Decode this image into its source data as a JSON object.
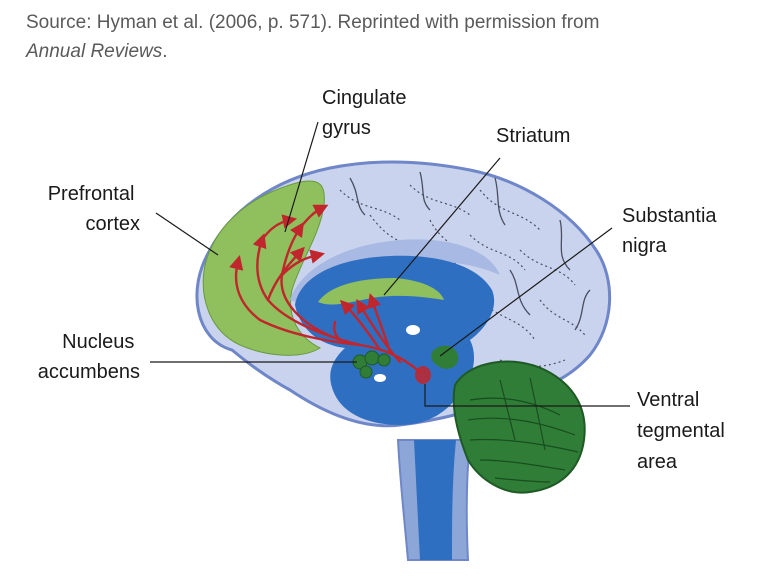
{
  "source": {
    "prefix": "Source: Hyman et al. (2006, p. 571). Reprinted with permission from",
    "journal": "Annual Reviews",
    "suffix": "."
  },
  "labels": {
    "cingulate_gyrus": [
      "Cingulate",
      "gyrus"
    ],
    "striatum": [
      "Striatum"
    ],
    "prefrontal_cortex": [
      "Prefrontal",
      "cortex"
    ],
    "substantia_nigra": [
      "Substantia",
      "nigra"
    ],
    "nucleus_accumbens": [
      "Nucleus",
      "accumbens"
    ],
    "ventral_tegmental_area": [
      "Ventral",
      "tegmental",
      "area"
    ]
  },
  "colors": {
    "cortex_fill": "#c9d3ee",
    "cortex_outline": "#6f86c8",
    "deep_blue": "#2f6fc2",
    "mid_blue": "#8da6d8",
    "prefrontal_green": "#8fc05d",
    "cerebellum_green": "#2f7d36",
    "pathway_red": "#c0262c",
    "leader_line": "#1a1a1a"
  }
}
